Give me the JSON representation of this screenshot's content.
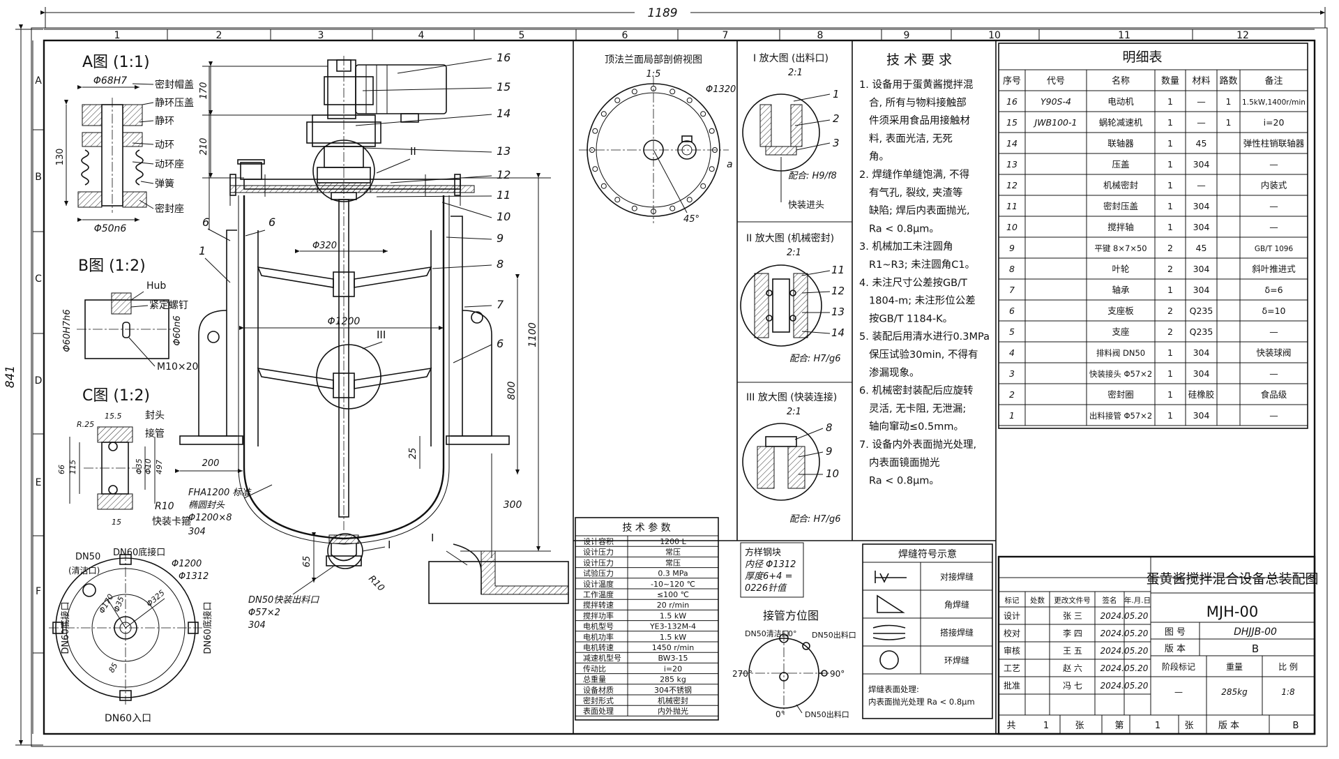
{
  "overall": {
    "width_dim": "1189",
    "height_dim": "841"
  },
  "grid": {
    "cols": [
      "1",
      "2",
      "3",
      "4",
      "5",
      "6",
      "7",
      "8",
      "9",
      "10",
      "11",
      "12"
    ],
    "rows": [
      "A",
      "B",
      "C",
      "D",
      "E",
      "F"
    ]
  },
  "viewA": {
    "title": "A图 (1:1)",
    "dim_top": "Φ68H7",
    "dim_bottom": "Φ50n6",
    "dim_height": "130",
    "labels": [
      "密封帽盖",
      "静环压盖",
      "静环",
      "动环",
      "动环座",
      "弹簧",
      "密封座"
    ]
  },
  "viewB": {
    "title": "B图 (1:2)",
    "hub": "Hub",
    "screw": "紧定螺钉",
    "dim_left": "Φ60H7h6",
    "dim_right": "Φ60n6",
    "thread": "M10×20"
  },
  "viewC": {
    "title": "C图 (1:2)",
    "labels": [
      "封头",
      "接管",
      "R10",
      "快装卡箍"
    ],
    "dims": [
      "15.5",
      "R.25",
      "66",
      "115",
      "Φ35",
      "Φ10",
      "497",
      "15"
    ]
  },
  "bottomView": {
    "labels": [
      "DN50",
      "(清洁口)",
      "DN60底接口",
      "Φ1200",
      "Φ1312",
      "DN60底接口",
      "DN60底接口",
      "DN60入口"
    ],
    "dims": [
      "Φ170",
      "Φ325",
      "Φ35",
      "85"
    ]
  },
  "mainView": {
    "balloons": [
      "16",
      "15",
      "14",
      "13",
      "12",
      "11",
      "10",
      "9",
      "8",
      "7",
      "6"
    ],
    "left_balloons": [
      "6",
      "6",
      "1"
    ],
    "dims_left": [
      "170",
      "210"
    ],
    "dim_shaft": "Φ320",
    "dim_vessel": "Φ1200",
    "dim_1100": "1100",
    "dim_800": "800",
    "dim_25": "25",
    "dim_200": "200",
    "dim_300": "300",
    "dim_65": "65",
    "dim_r10": "R10",
    "roman": [
      "II",
      "III",
      "I"
    ],
    "head_note": [
      "FHA1200 标准",
      "椭圆封头",
      "Φ1200×8",
      "304"
    ],
    "outlet_note": [
      "DN50快装出料口",
      "Φ57×2",
      "304"
    ]
  },
  "topView": {
    "title": "顶法兰面局部剖俯视图",
    "scale": "1:5",
    "dim": "Φ1320",
    "angle": "45°",
    "mark": "a"
  },
  "detailI": {
    "title": "I 放大图 (出料口)",
    "scale": "2:1",
    "balloons": [
      "1",
      "2",
      "3"
    ],
    "fit": "配合: H9/f8",
    "note": "快装进头"
  },
  "detailII": {
    "title": "II 放大图 (机械密封)",
    "scale": "2:1",
    "balloons": [
      "11",
      "12",
      "13",
      "14"
    ],
    "fit": "配合: H7/g6"
  },
  "detailIII": {
    "title": "III 放大图 (快装连接)",
    "scale": "2:1",
    "balloons": [
      "8",
      "9",
      "10"
    ],
    "fit": "配合: H7/g6"
  },
  "requirements": {
    "title": "技 术 要 求",
    "lines": [
      "1. 设备用于蛋黄酱搅拌混",
      "合, 所有与物料接触部",
      "件须采用食品用接触材",
      "料, 表面光洁, 无死",
      "角。",
      "2. 焊缝作单缝饱满, 不得",
      "有气孔, 裂纹, 夹渣等",
      "缺陷; 焊后内表面抛光,",
      "Ra < 0.8μm。",
      "3. 机械加工未注圆角",
      "R1~R3; 未注圆角C1。",
      "4. 未注尺寸公差按GB/T",
      "1804-m; 未注形位公差",
      "按GB/T 1184-K。",
      "5. 装配后用清水进行0.3MPa",
      "保压试验30min, 不得有",
      "渗漏现象。",
      "6. 机械密封装配后应旋转",
      "灵活, 无卡阻, 无泄漏;",
      "轴向窜动≤0.5mm。",
      "7. 设备内外表面抛光处理,",
      "内表面镜面抛光",
      "Ra < 0.8μm。"
    ]
  },
  "bom": {
    "title": "明细表",
    "headers": [
      "序号",
      "代号",
      "名称",
      "数量",
      "材料",
      "路数",
      "备注"
    ],
    "rows": [
      [
        "16",
        "Y90S-4",
        "电动机",
        "1",
        "—",
        "1",
        "1.5kW,1400r/min"
      ],
      [
        "15",
        "JWB100-1",
        "蜗轮减速机",
        "1",
        "—",
        "1",
        "i=20"
      ],
      [
        "14",
        "",
        "联轴器",
        "1",
        "45",
        "",
        "弹性柱销联轴器"
      ],
      [
        "13",
        "",
        "压盖",
        "1",
        "304",
        "",
        "—"
      ],
      [
        "12",
        "",
        "机械密封",
        "1",
        "—",
        "",
        "内装式"
      ],
      [
        "11",
        "",
        "密封压盖",
        "1",
        "304",
        "",
        "—"
      ],
      [
        "10",
        "",
        "搅拌轴",
        "1",
        "304",
        "",
        "—"
      ],
      [
        "9",
        "",
        "平键 8×7×50",
        "2",
        "45",
        "",
        "GB/T 1096"
      ],
      [
        "8",
        "",
        "叶轮",
        "2",
        "304",
        "",
        "斜叶推进式"
      ],
      [
        "7",
        "",
        "轴承",
        "1",
        "304",
        "",
        "δ=6"
      ],
      [
        "6",
        "",
        "支座板",
        "2",
        "Q235",
        "",
        "δ=10"
      ],
      [
        "5",
        "",
        "支座",
        "2",
        "Q235",
        "",
        "—"
      ],
      [
        "4",
        "",
        "排料阀 DN50",
        "1",
        "304",
        "",
        "快装球阀"
      ],
      [
        "3",
        "",
        "快装接头 Φ57×2",
        "1",
        "304",
        "",
        "—"
      ],
      [
        "2",
        "",
        "密封圈",
        "1",
        "硅橡胶",
        "",
        "食品级"
      ],
      [
        "1",
        "",
        "出料接管 Φ57×2",
        "1",
        "304",
        "",
        "—"
      ]
    ]
  },
  "params": {
    "title": "技 术 参 数",
    "rows": [
      [
        "设计容积",
        "1200  L"
      ],
      [
        "设计压力",
        "常压"
      ],
      [
        "设计压力",
        "常压"
      ],
      [
        "试验压力",
        "0.3  MPa"
      ],
      [
        "设计温度",
        "-10~120  ℃"
      ],
      [
        "工作温度",
        "≤100  ℃"
      ],
      [
        "搅拌转速",
        "20  r/min"
      ],
      [
        "搅拌功率",
        "1.5  kW"
      ],
      [
        "电机型号",
        "YE3-132M-4"
      ],
      [
        "电机功率",
        "1.5  kW"
      ],
      [
        "电机转速",
        "1450  r/min"
      ],
      [
        "减速机型号",
        "BW3-15"
      ],
      [
        "传动比",
        "i=20"
      ],
      [
        "总重量",
        "285  kg"
      ],
      [
        "设备材质",
        "304不锈钢"
      ],
      [
        "密封形式",
        "机械密封"
      ],
      [
        "表面处理",
        "内外抛光"
      ]
    ]
  },
  "flangeNote": {
    "lines": [
      "方样钢块",
      "内径 Φ1312",
      "厚度6+4 =",
      "0226针值"
    ]
  },
  "nozzle": {
    "title": "接管方位图",
    "labels": [
      "DN50清洁口",
      "0°",
      "DN50出料口",
      "270°",
      "90°",
      "0°",
      "DN50出料口"
    ]
  },
  "weld": {
    "title": "焊缝符号示意",
    "rows": [
      "对接焊缝",
      "角焊缝",
      "搭接焊缝",
      "环焊缝"
    ],
    "note": [
      "焊缝表面处理:",
      "内表面抛光处理 Ra < 0.8μm"
    ]
  },
  "titleBlock": {
    "name": "蛋黄酱搅拌混合设备总装配图",
    "drawing_no": "MJH-00",
    "rev_headers": [
      "标记",
      "处数",
      "更改文件号",
      "签名",
      "年.月.日"
    ],
    "people": [
      [
        "设计",
        "张 三",
        "2024.05.20"
      ],
      [
        "校对",
        "李 四",
        "2024.05.20"
      ],
      [
        "审核",
        "王 五",
        "2024.05.20"
      ],
      [
        "工艺",
        "赵 六",
        "2024.05.20"
      ],
      [
        "批准",
        "冯 七",
        "2024.05.20"
      ]
    ],
    "tuhao_label": "图 号",
    "tuhao": "DHJJB-00",
    "banben_label": "版 本",
    "banben": "B",
    "stage_label": "阶段标记",
    "weight_label": "重量",
    "scale_label": "比 例",
    "stage": "—",
    "weight": "285kg",
    "scale": "1:8",
    "footer": [
      "共",
      "1",
      "张",
      "第",
      "1",
      "张",
      "版 本",
      "B"
    ]
  }
}
